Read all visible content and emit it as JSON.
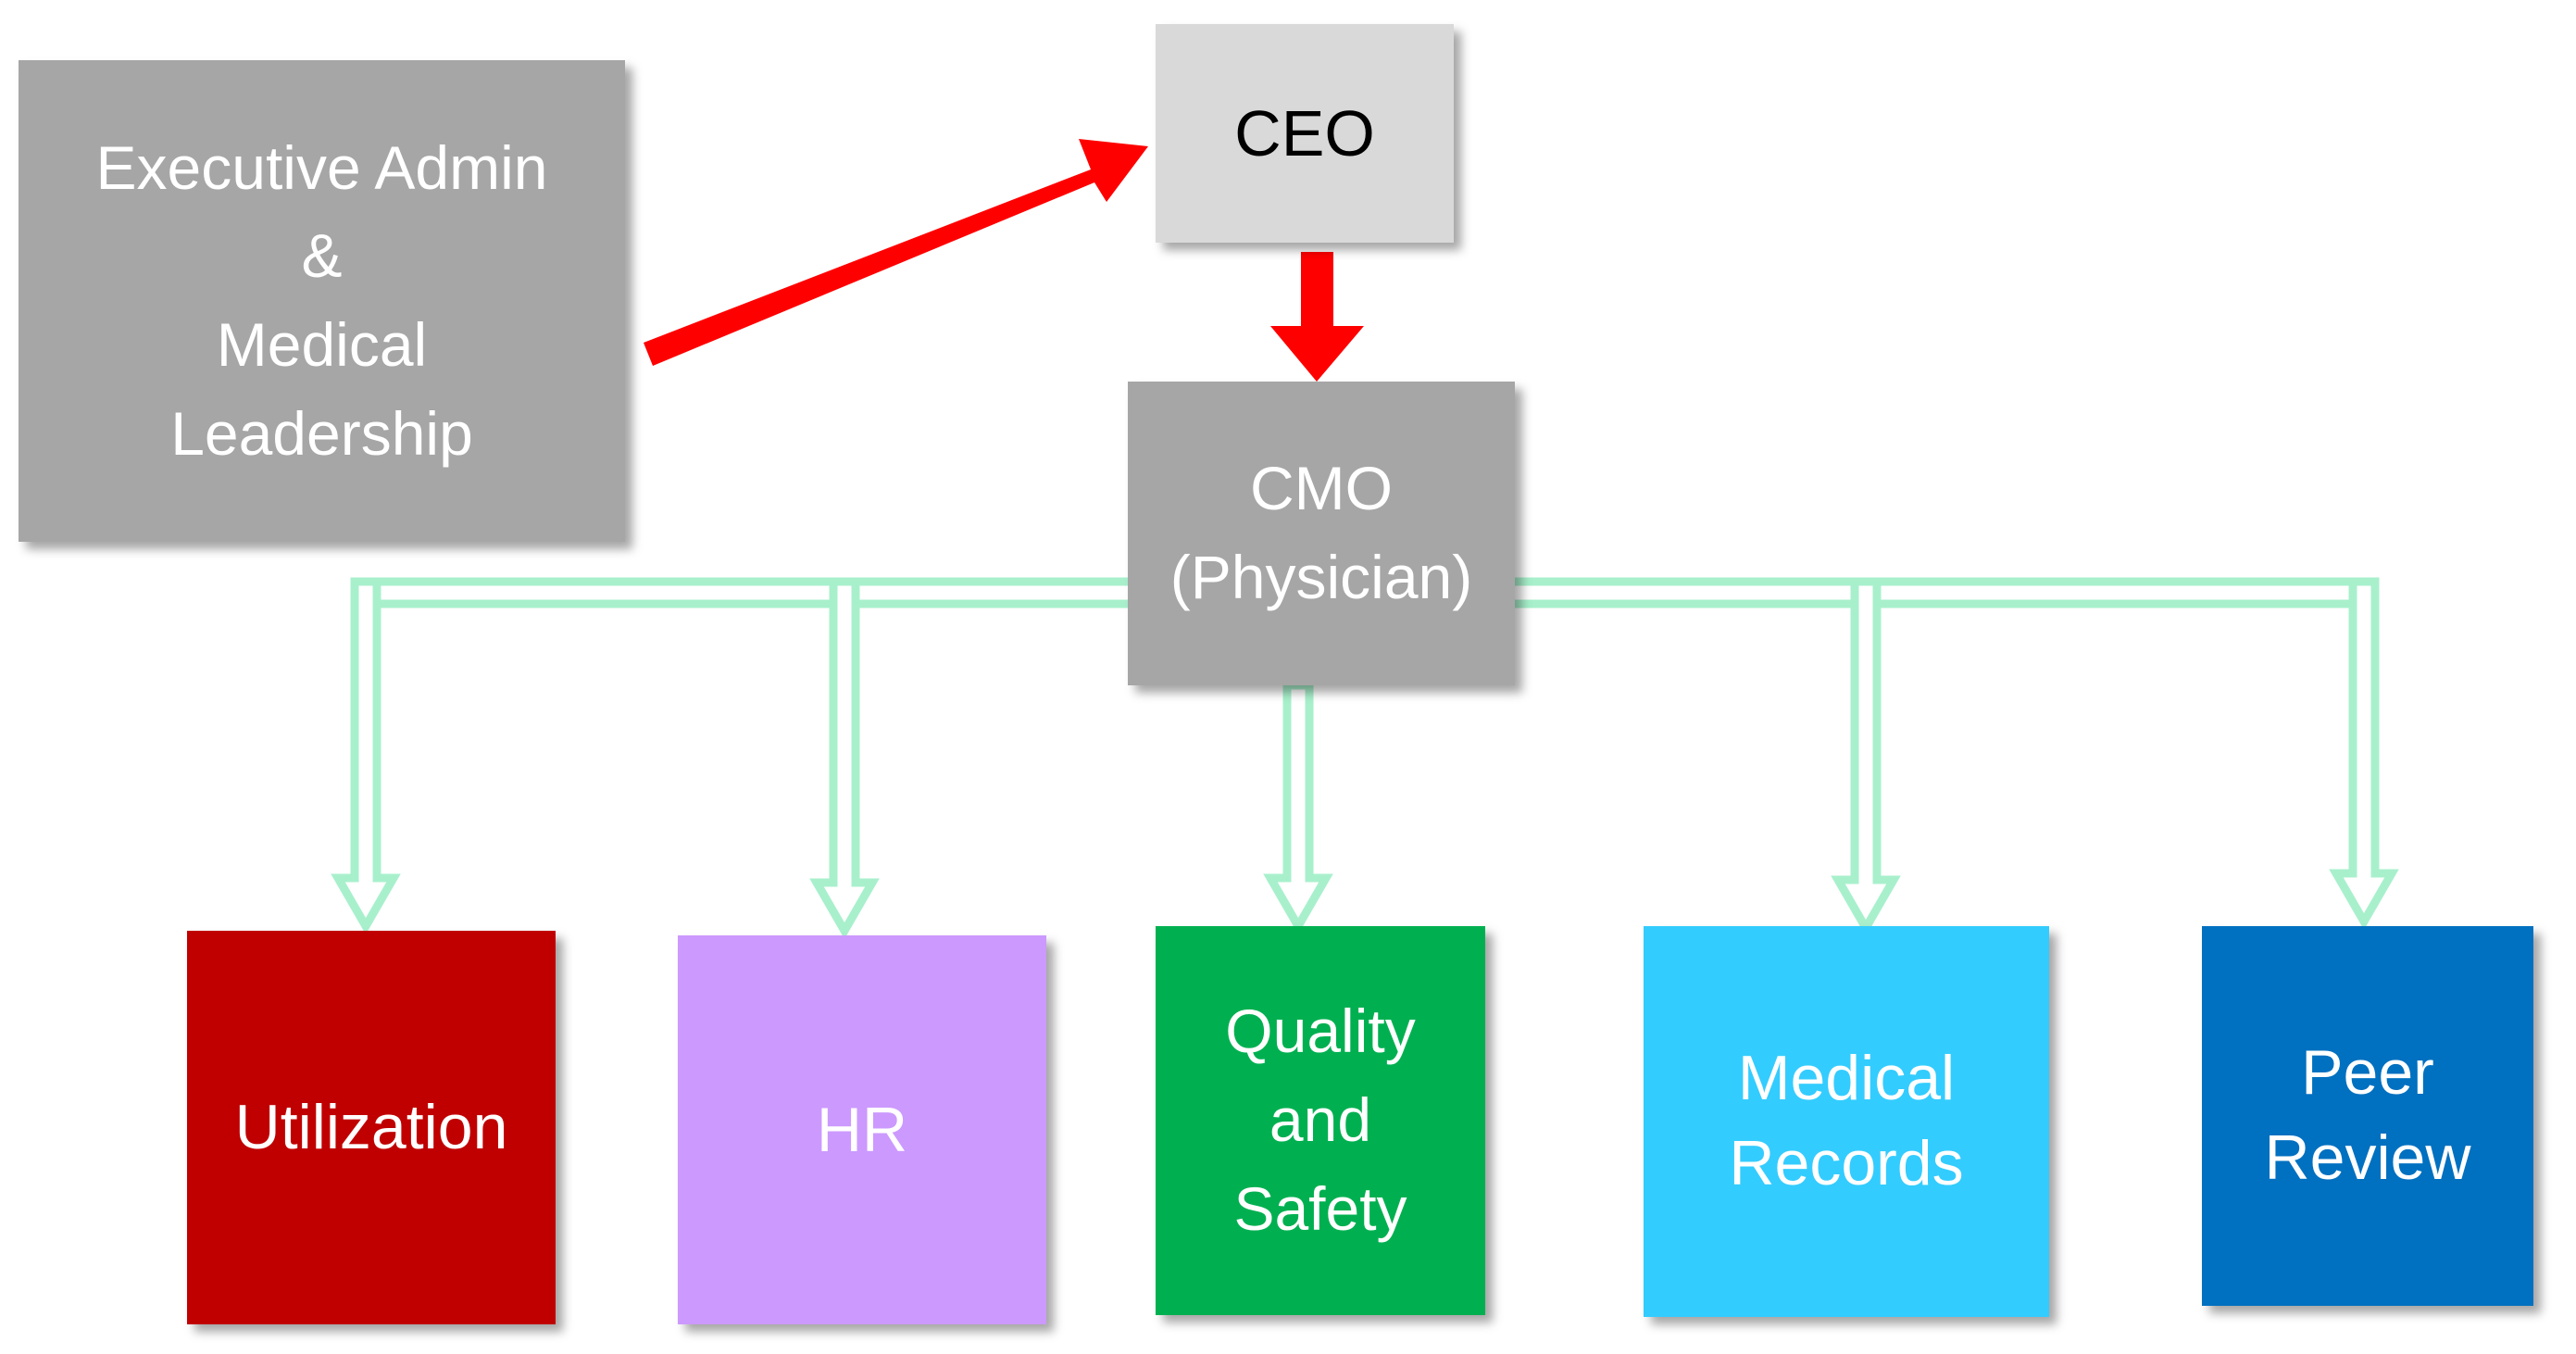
{
  "colors": {
    "exec_admin": "#a6a6a6",
    "ceo": "#d9d9d9",
    "cmo": "#a6a6a6",
    "utilization": "#c00000",
    "hr": "#cc99ff",
    "quality_safety": "#00b050",
    "medical_records": "#33ccff",
    "peer_review": "#0070c0",
    "red_arrow": "#ff0000",
    "green_connector": "#a8f0cc",
    "text_light": "#ffffff",
    "text_dark": "#000000"
  },
  "nodes": {
    "exec_admin": {
      "lines": [
        "Executive Admin",
        "&",
        "Medical",
        "Leadership"
      ]
    },
    "ceo": {
      "label": "CEO"
    },
    "cmo": {
      "lines": [
        "CMO",
        "(Physician)"
      ]
    },
    "utilization": {
      "label": "Utilization"
    },
    "hr": {
      "label": "HR"
    },
    "quality_safety": {
      "lines": [
        "Quality",
        "and",
        "Safety"
      ]
    },
    "medical_records": {
      "lines": [
        "Medical",
        "Records"
      ]
    },
    "peer_review": {
      "lines": [
        "Peer",
        "Review"
      ]
    }
  }
}
